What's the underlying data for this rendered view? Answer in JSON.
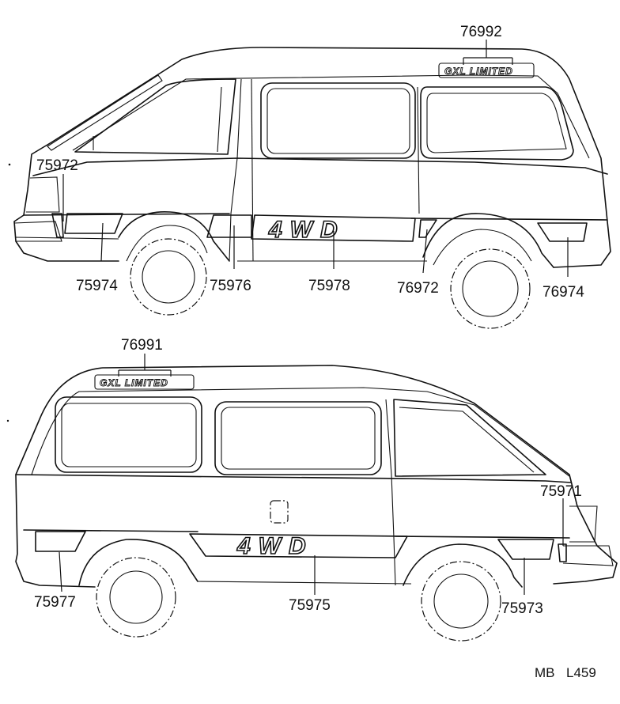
{
  "top_view": {
    "emblem_text": "GXL LIMITED",
    "decal_text": "4WD",
    "callouts": {
      "emblem": "76992",
      "front_stripe": "75972",
      "front_fender_stripe": "75974",
      "door_stripe": "75976",
      "side_stripe_4wd": "75978",
      "rear_stripe": "76972",
      "rear_fender_stripe": "76974"
    }
  },
  "bottom_view": {
    "emblem_text": "GXL LIMITED",
    "decal_text": "4WD",
    "callouts": {
      "emblem": "76991",
      "front_stripe": "75971",
      "rear_fender_stripe": "75977",
      "side_stripe_4wd": "75975",
      "front_fender_stripe": "75973"
    }
  },
  "reference": {
    "code_a": "MB",
    "code_b": "L459"
  }
}
